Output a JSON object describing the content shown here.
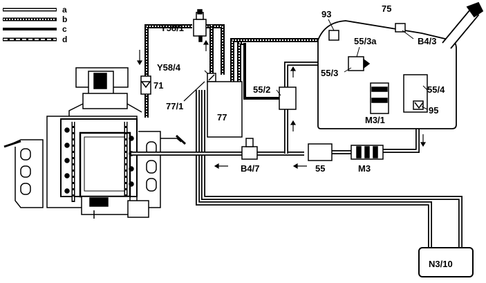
{
  "legend": [
    {
      "key": "a",
      "line_style": "double-solid"
    },
    {
      "key": "b",
      "line_style": "double-dotted"
    },
    {
      "key": "c",
      "line_style": "thick-solid"
    },
    {
      "key": "d",
      "line_style": "thick-dashed"
    }
  ],
  "components": {
    "y58_1": "Y58/1",
    "y58_4": "Y58/4",
    "c71": "71",
    "c77_1": "77/1",
    "c77": "77",
    "c93": "93",
    "c75": "75",
    "b4_3": "B4/3",
    "c55_3a": "55/3a",
    "c55_3": "55/3",
    "c55_2": "55/2",
    "c55_4": "55/4",
    "m3_1": "M3/1",
    "c95": "95",
    "b4_7": "B4/7",
    "c55": "55",
    "m3": "M3",
    "n3_10": "N3/10"
  },
  "colors": {
    "line": "#000000",
    "background": "#ffffff"
  }
}
